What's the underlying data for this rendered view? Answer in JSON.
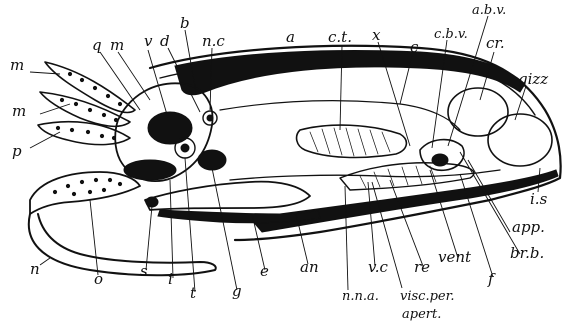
{
  "colors": {
    "ink": "#111111",
    "paper": "#ffffff"
  },
  "labels": {
    "q": "q",
    "v": "v",
    "m_top": "m",
    "b": "b",
    "d": "d",
    "nc": "n.c",
    "a": "a",
    "ct": "c.t.",
    "x": "x",
    "c": "c",
    "cbv": "c.b.v.",
    "abv": "a.b.v.",
    "cr": "cr.",
    "gizz": "gizz",
    "m_left1": "m",
    "m_left2": "m",
    "p": "p",
    "is": "i.s",
    "app": "app.",
    "brb": "br.b.",
    "vent": "vent",
    "f": "f",
    "re": "re",
    "vc": "v.c",
    "an": "an",
    "e": "e",
    "g": "g",
    "t": "t",
    "i": "i",
    "s": "s",
    "o": "o",
    "n": "n",
    "nna": "n.n.a.",
    "viscper": "visc.per.",
    "apert": "apert."
  }
}
